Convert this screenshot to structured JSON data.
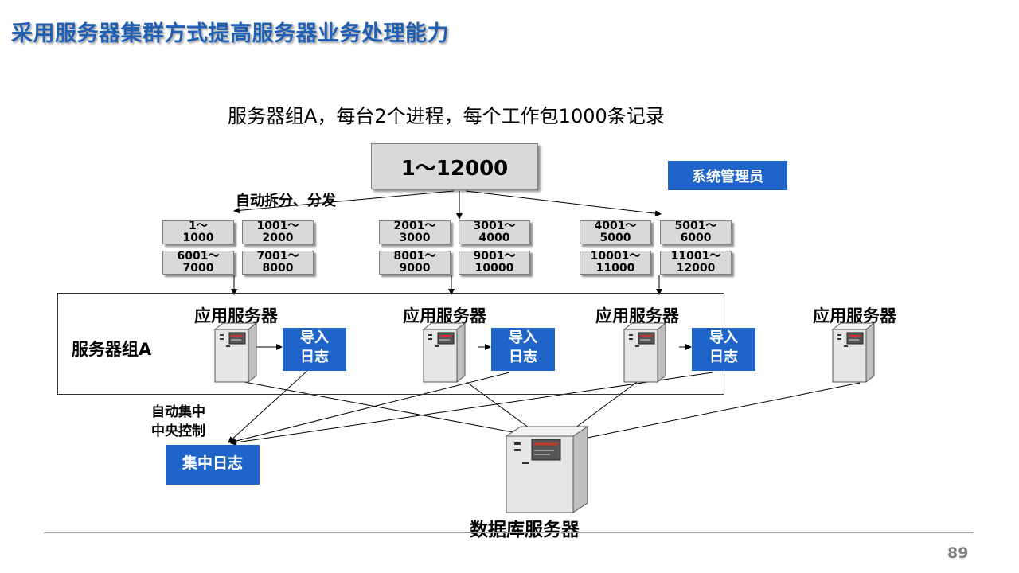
{
  "title": "采用服务器集群方式提高服务器业务处理能力",
  "subtitle": "服务器组A，每台2个进程，每个工作包1000条记录",
  "range_label": "1～12000",
  "admin_label": "系统管理员",
  "split_label": "自动拆分、分发",
  "packets": [
    {
      "line1": "1～",
      "line2": "1000"
    },
    {
      "line1": "1001～",
      "line2": "2000"
    },
    {
      "line1": "6001～",
      "line2": "7000"
    },
    {
      "line1": "7001～",
      "line2": "8000"
    },
    {
      "line1": "2001～",
      "line2": "3000"
    },
    {
      "line1": "3001～",
      "line2": "4000"
    },
    {
      "line1": "8001～",
      "line2": "9000"
    },
    {
      "line1": "9001～",
      "line2": "10000"
    },
    {
      "line1": "4001～",
      "line2": "5000"
    },
    {
      "line1": "5001～",
      "line2": "6000"
    },
    {
      "line1": "10001～",
      "line2": "11000"
    },
    {
      "line1": "11001～",
      "line2": "12000"
    }
  ],
  "group_label": "服务器组A",
  "app_servers": [
    {
      "label": "应用服务器"
    },
    {
      "label": "应用服务器"
    },
    {
      "label": "应用服务器"
    },
    {
      "label": "应用服务器"
    }
  ],
  "import_log": {
    "line1": "导入",
    "line2": "日志"
  },
  "central_control": {
    "line1": "自动集中",
    "line2": "中央控制"
  },
  "central_log": "集中日志",
  "db_server_label": "数据库服务器",
  "page_number": "89",
  "colors": {
    "title": "#1f5fb4",
    "accent_blue": "#1f64c8",
    "packet_gray": "#d9d9d9"
  },
  "icons": {
    "server": "server-tower-icon"
  }
}
